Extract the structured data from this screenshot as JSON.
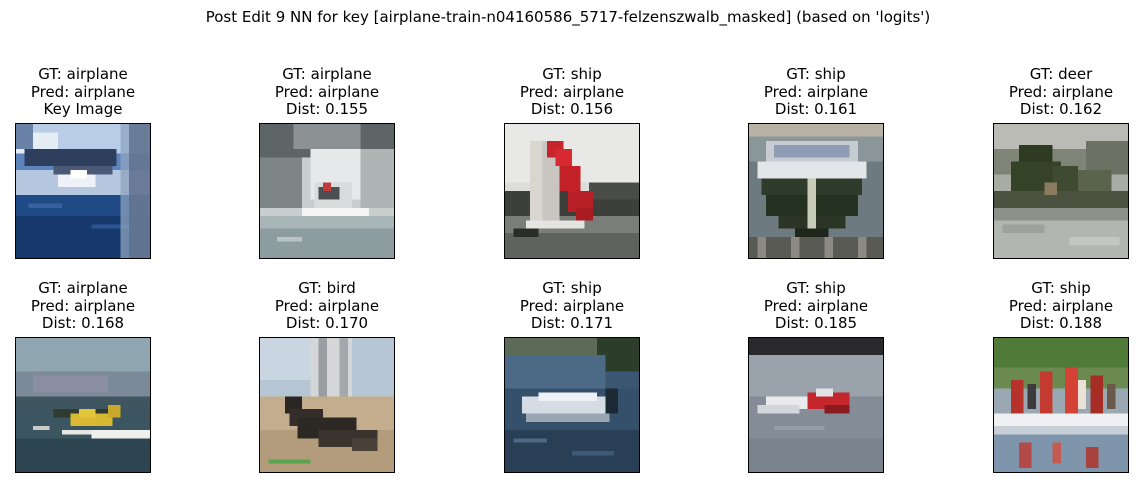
{
  "figure": {
    "title": "Post Edit 9 NN for key [airplane-train-n04160586_5717-felzenszwalb_masked] (based on 'logits')"
  },
  "neighbors": [
    {
      "gt": "GT: airplane",
      "pred": "Pred: airplane",
      "extra": "Key Image",
      "icon": "airplane-sky-image"
    },
    {
      "gt": "GT: airplane",
      "pred": "Pred: airplane",
      "extra": "Dist: 0.155",
      "icon": "speedboat-spray-image"
    },
    {
      "gt": "GT: ship",
      "pred": "Pred: airplane",
      "extra": "Dist: 0.156",
      "icon": "sailboat-red-sail-image"
    },
    {
      "gt": "GT: ship",
      "pred": "Pred: airplane",
      "extra": "Dist: 0.161",
      "icon": "boat-bow-dock-image"
    },
    {
      "gt": "GT: deer",
      "pred": "Pred: airplane",
      "extra": "Dist: 0.162",
      "icon": "lakeshore-trees-image"
    },
    {
      "gt": "GT: airplane",
      "pred": "Pred: airplane",
      "extra": "Dist: 0.168",
      "icon": "seaplane-yellow-image"
    },
    {
      "gt": "GT: bird",
      "pred": "Pred: airplane",
      "extra": "Dist: 0.170",
      "icon": "dark-bird-sand-image"
    },
    {
      "gt": "GT: ship",
      "pred": "Pred: airplane",
      "extra": "Dist: 0.171",
      "icon": "white-boat-water-image"
    },
    {
      "gt": "GT: ship",
      "pred": "Pred: airplane",
      "extra": "Dist: 0.185",
      "icon": "red-speedboat-wake-image"
    },
    {
      "gt": "GT: ship",
      "pred": "Pred: airplane",
      "extra": "Dist: 0.188",
      "icon": "people-raft-image"
    }
  ]
}
